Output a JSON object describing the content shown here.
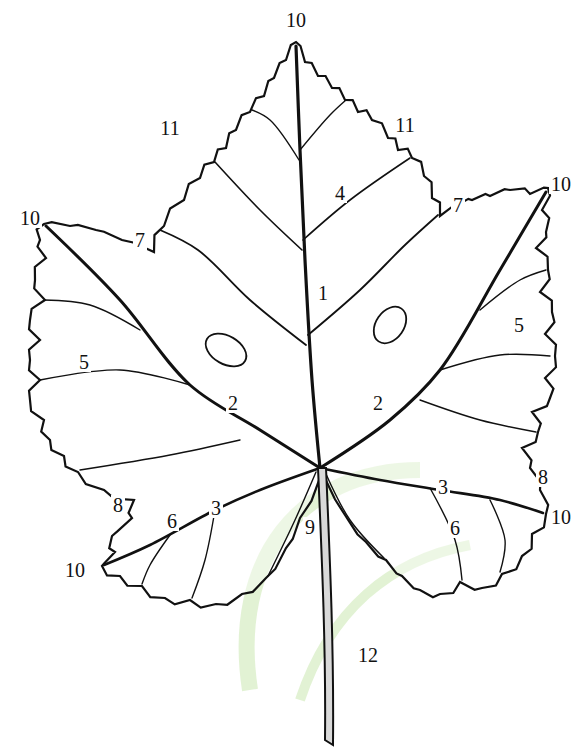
{
  "diagram": {
    "labels": [
      "10",
      "11",
      "11",
      "10",
      "4",
      "7",
      "10",
      "7",
      "1",
      "5",
      "5",
      "2",
      "2",
      "8",
      "3",
      "8",
      "3",
      "10",
      "6",
      "9",
      "6",
      "10",
      "12"
    ]
  }
}
